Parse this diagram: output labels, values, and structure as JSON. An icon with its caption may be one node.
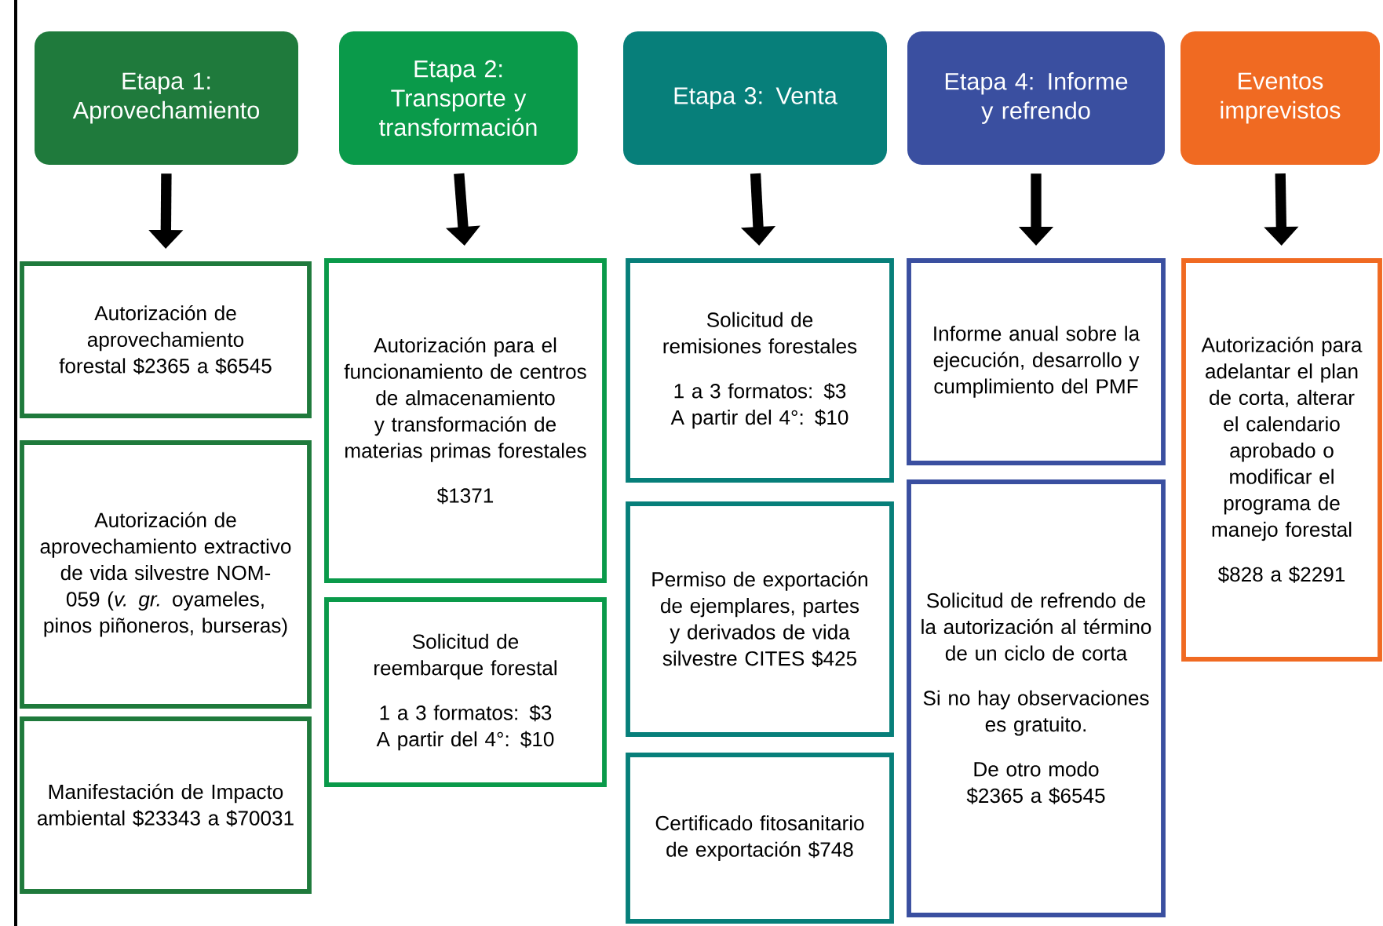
{
  "diagram": {
    "nodes": [
      {
        "text": [
          "Etapa 1: Aprovechamiento"
        ]
      },
      {
        "text": [
          "Etapa 2: Transporte y transformación"
        ]
      },
      {
        "text": [
          "Etapa 3: Venta"
        ]
      },
      {
        "text": [
          "Etapa 4: Informe y refrendo"
        ]
      },
      {
        "text": [
          "Eventos imprevistos"
        ]
      },
      {
        "text": [
          "Autorización de aprovechamiento forestal $2365 a $6545"
        ]
      },
      {
        "text": [
          "Autorización de aprovechamiento extractivo de vida silvestre NOM-059 (*v. gr.* oyameles, pinos piñoneros, burseras)"
        ]
      },
      {
        "text": [
          "Manifestación de Impacto ambiental $23343 a $70031"
        ]
      },
      {
        "text": [
          "Autorización para el funcionamiento de centros de almacenamiento y transformación de materias primas forestales",
          "$1371"
        ]
      },
      {
        "text": [
          "Solicitud de reembarque forestal",
          "1 a 3 formatos: $3 A partir del 4°: $10"
        ]
      },
      {
        "text": [
          "Solicitud de remisiones forestales",
          "1 a 3 formatos: $3 A partir del 4°: $10"
        ]
      },
      {
        "text": [
          "Permiso de exportación de ejemplares, partes y derivados de vida silvestre CITES $425"
        ]
      },
      {
        "text": [
          "Certificado fitosanitario de exportación $748"
        ]
      },
      {
        "text": [
          "Informe anual sobre la ejecución, desarrollo y cumplimiento del PMF"
        ]
      },
      {
        "text": [
          "Solicitud de refrendo de la autorización al término de un ciclo de corta",
          "Si no hay observaciones es gratuito.",
          "De otro modo $2365 a $6545"
        ]
      },
      {
        "text": [
          "Autorización para adelantar el plan de corta, alterar el calendario aprobado o modificar el programa de manejo forestal",
          "$828 a $2291"
        ]
      }
    ],
    "edges": [
      {
        "from": 0,
        "to": 5,
        "arrow": "to"
      },
      {
        "from": 1,
        "to": 8,
        "arrow": "to"
      },
      {
        "from": 2,
        "to": 10,
        "arrow": "to"
      },
      {
        "from": 3,
        "to": 13,
        "arrow": "to"
      },
      {
        "from": 4,
        "to": 15,
        "arrow": "to"
      }
    ]
  }
}
